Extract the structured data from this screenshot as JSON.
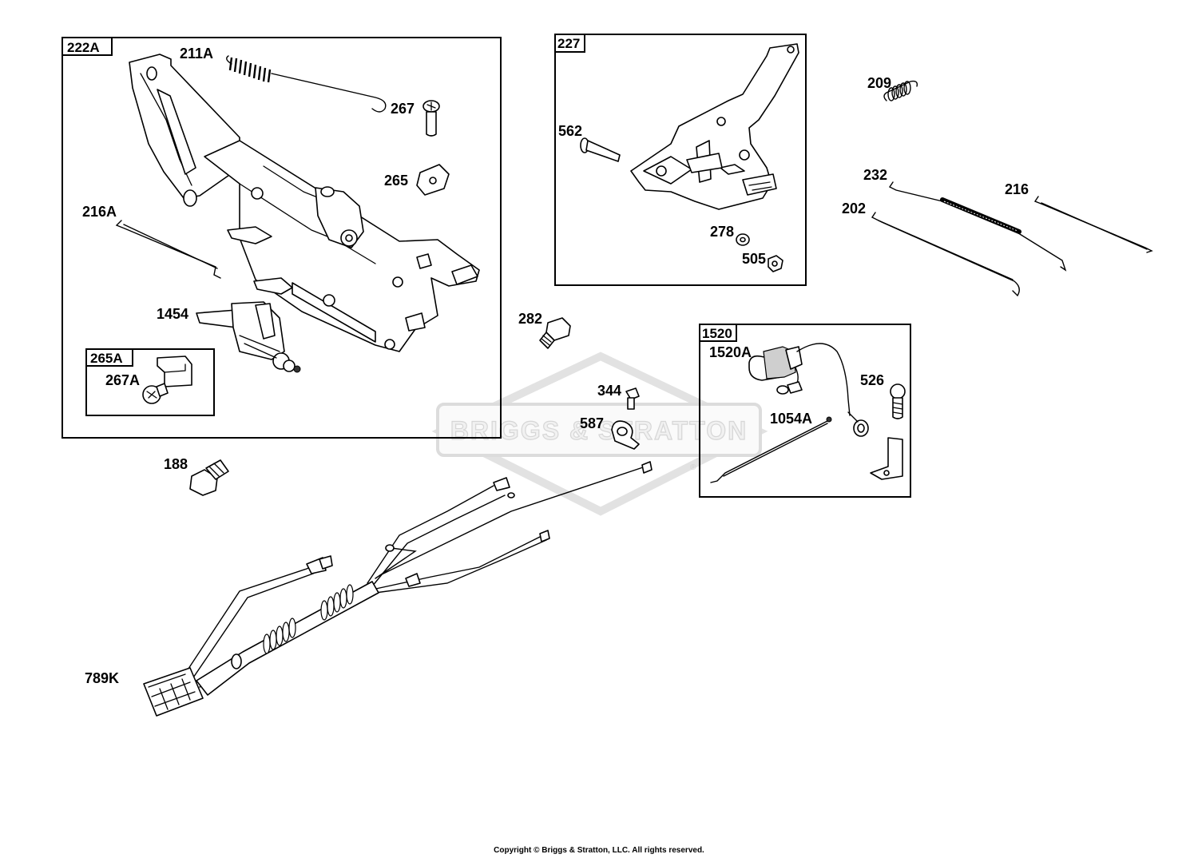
{
  "watermark": {
    "brand": "BRIGGS & STRATTON",
    "registered": "®"
  },
  "groups": [
    {
      "id": "222A"
    },
    {
      "id": "227"
    },
    {
      "id": "265A"
    },
    {
      "id": "1520"
    }
  ],
  "callouts": [
    {
      "id": "211A"
    },
    {
      "id": "267"
    },
    {
      "id": "265"
    },
    {
      "id": "216A"
    },
    {
      "id": "1454"
    },
    {
      "id": "267A"
    },
    {
      "id": "562"
    },
    {
      "id": "278"
    },
    {
      "id": "505"
    },
    {
      "id": "209"
    },
    {
      "id": "232"
    },
    {
      "id": "202"
    },
    {
      "id": "216"
    },
    {
      "id": "282"
    },
    {
      "id": "344"
    },
    {
      "id": "587"
    },
    {
      "id": "1520A"
    },
    {
      "id": "526"
    },
    {
      "id": "1054A"
    },
    {
      "id": "188"
    },
    {
      "id": "789K"
    }
  ],
  "footer": {
    "copyright": "Copyright © Briggs & Stratton, LLC. All rights reserved."
  }
}
